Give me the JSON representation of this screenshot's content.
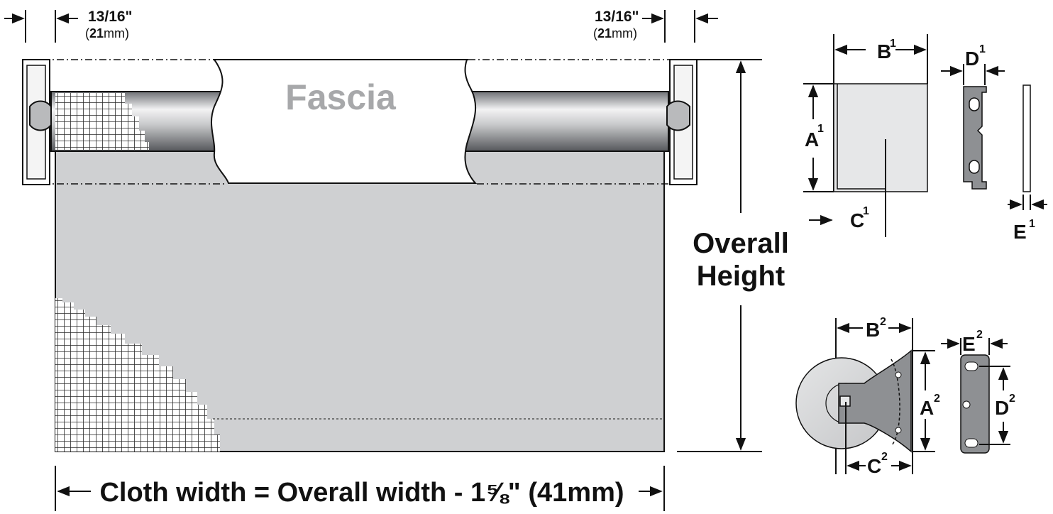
{
  "header": {
    "left_margin": {
      "fraction": "13/16\"",
      "metric_num": "21",
      "metric_unit": "mm"
    },
    "right_margin": {
      "fraction": "13/16\"",
      "metric_num": "21",
      "metric_unit": "mm"
    }
  },
  "fascia_label": "Fascia",
  "overall_height": {
    "line1": "Overall",
    "line2": "Height"
  },
  "cloth_width_formula": "Cloth width = Overall width - 1⅝\" (41mm)",
  "fascia_bracket": {
    "dims": {
      "a": "A",
      "b": "B",
      "c": "C",
      "d": "D",
      "e": "E",
      "sup": "1"
    }
  },
  "roller_bracket": {
    "dims": {
      "a": "A",
      "b": "B",
      "c": "C",
      "d": "D",
      "e": "E",
      "sup": "2"
    }
  },
  "colors": {
    "fabric": "#cfd0d2",
    "line": "#111111",
    "fascia_text": "#a7a8aa",
    "bracket": "#8e9093"
  }
}
